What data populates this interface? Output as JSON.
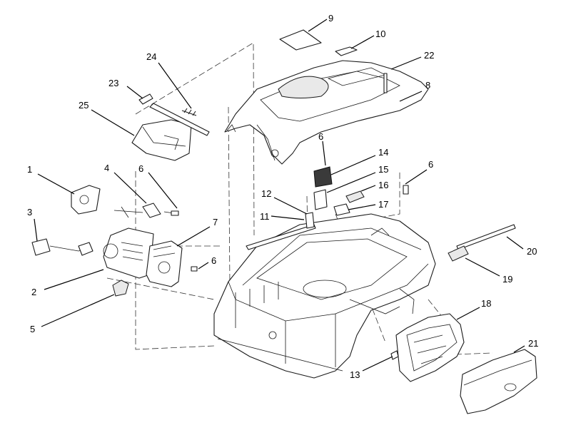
{
  "callouts": [
    {
      "key": "c1",
      "label": "1"
    },
    {
      "key": "c2",
      "label": "2"
    },
    {
      "key": "c3",
      "label": "3"
    },
    {
      "key": "c4",
      "label": "4"
    },
    {
      "key": "c5",
      "label": "5"
    },
    {
      "key": "c6a",
      "label": "6"
    },
    {
      "key": "c6b",
      "label": "6"
    },
    {
      "key": "c6c",
      "label": "6"
    },
    {
      "key": "c6d",
      "label": "6"
    },
    {
      "key": "c7",
      "label": "7"
    },
    {
      "key": "c8",
      "label": "8"
    },
    {
      "key": "c9",
      "label": "9"
    },
    {
      "key": "c10",
      "label": "10"
    },
    {
      "key": "c11",
      "label": "11"
    },
    {
      "key": "c12",
      "label": "12"
    },
    {
      "key": "c13",
      "label": "13"
    },
    {
      "key": "c14",
      "label": "14"
    },
    {
      "key": "c15",
      "label": "15"
    },
    {
      "key": "c16",
      "label": "16"
    },
    {
      "key": "c17",
      "label": "17"
    },
    {
      "key": "c18",
      "label": "18"
    },
    {
      "key": "c19",
      "label": "19"
    },
    {
      "key": "c20",
      "label": "20"
    },
    {
      "key": "c21",
      "label": "21"
    },
    {
      "key": "c22",
      "label": "22"
    },
    {
      "key": "c23",
      "label": "23"
    },
    {
      "key": "c24",
      "label": "24"
    },
    {
      "key": "c25",
      "label": "25"
    }
  ]
}
